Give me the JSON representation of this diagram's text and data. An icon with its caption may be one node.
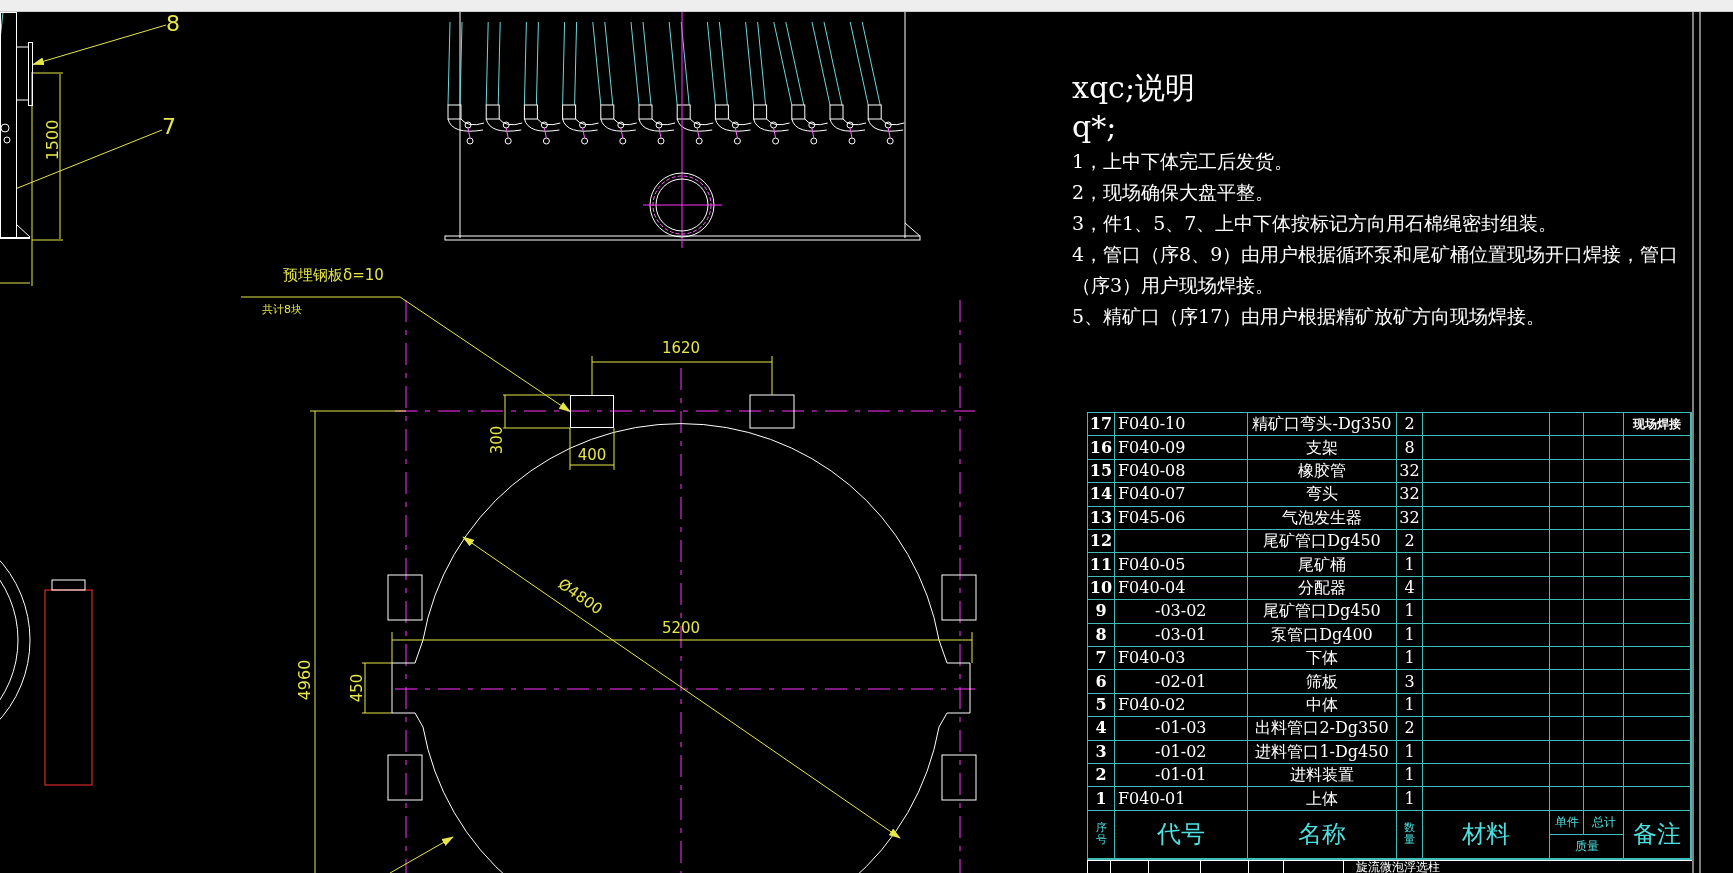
{
  "diagram": {
    "nodes": [
      {
        "text": [
          "8"
        ]
      },
      {
        "text": [
          "7"
        ]
      },
      {
        "text": [
          "预埋钢板δ=10"
        ],
        "beside": [
          "共计8块"
        ]
      },
      {
        "text": [],
        "shape": "box"
      },
      {
        "text": [],
        "shape": "box"
      },
      {
        "text": [],
        "shape": "box"
      }
    ],
    "edges": [
      {
        "from": 0,
        "to": 3,
        "arrow": "to"
      },
      {
        "from": 1,
        "to": 4,
        "arrow": "none"
      },
      {
        "from": 2,
        "to": 5,
        "arrow": "to"
      }
    ],
    "labels": [
      "1500",
      "1620",
      "300",
      "400",
      "Ø4800",
      "5200",
      "4960",
      "450",
      "xqc;说明",
      "q*;",
      "1，上中下体完工后发货。",
      "2，现场确保大盘平整。",
      "3，件1、5、7、上中下体按标记方向用石棉绳密封组装。",
      "4，管口（序8、9）由用户根据循环泵和尾矿桶位置现场开口焊接，管口（序3）用户现场焊接。",
      "5、精矿口（序17）由用户根据精矿放矿方向现场焊接。",
      "17",
      "F040-10",
      "精矿口弯头-Dg350",
      "2",
      "现场焊接",
      "16",
      "F040-09",
      "支架",
      "8",
      "15",
      "F040-08",
      "橡胶管",
      "32",
      "14",
      "F040-07",
      "弯头",
      "32",
      "13",
      "F045-06",
      "气泡发生器",
      "32",
      "12",
      "尾矿管口Dg450",
      "2",
      "11",
      "F040-05",
      "尾矿桶",
      "1",
      "10",
      "F040-04",
      "分配器",
      "4",
      "9",
      "-03-02",
      "尾矿管口Dg450",
      "1",
      "8",
      "-03-01",
      "泵管口Dg400",
      "1",
      "7",
      "F040-03",
      "下体",
      "1",
      "6",
      "-02-01",
      "筛板",
      "3",
      "5",
      "F040-02",
      "中体",
      "1",
      "4",
      "-01-03",
      "出料管口2-Dg350",
      "2",
      "3",
      "-01-02",
      "进料管口1-Dg450",
      "1",
      "2",
      "-01-01",
      "进料装置",
      "1",
      "1",
      "F040-01",
      "上体",
      "1",
      "序号",
      "代号",
      "名称",
      "数量",
      "材料",
      "单件",
      "总计",
      "质量",
      "备注",
      "旋流微泡浮选柱"
    ]
  }
}
